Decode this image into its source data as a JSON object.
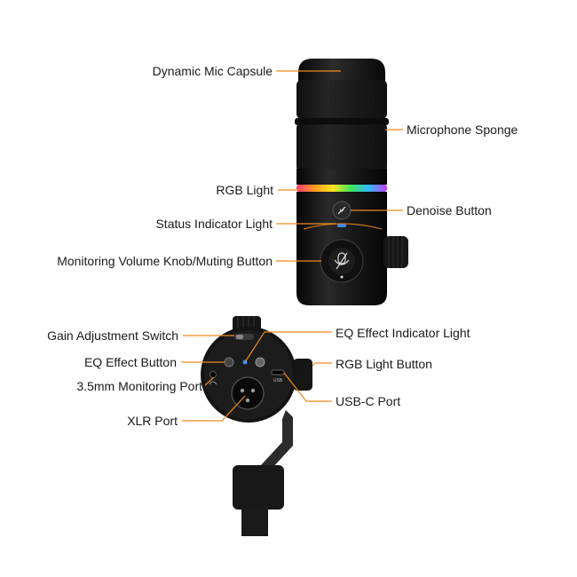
{
  "labels": {
    "dynamic_mic_capsule": "Dynamic Mic Capsule",
    "microphone_sponge": "Microphone Sponge",
    "rgb_light": "RGB Light",
    "denoise_button": "Denoise Button",
    "status_indicator_light": "Status Indicator Light",
    "monitoring_volume_knob": "Monitoring Volume Knob/Muting Button",
    "gain_adjustment_switch": "Gain Adjustment Switch",
    "eq_effect_indicator_light": "EQ Effect Indicator Light",
    "eq_effect_button": "EQ Effect Button",
    "rgb_light_button": "RGB Light Button",
    "monitoring_port": "3.5mm Monitoring Port",
    "usb_c_port": "USB-C Port",
    "xlr_port": "XLR Port"
  },
  "device_text": {
    "usb_marking": "USB"
  },
  "colors": {
    "leader_line": "#f08a1c",
    "body": "#151515",
    "status_light": "#3b8cff"
  },
  "icons": [
    "microphone-muted-icon",
    "denoise-icon",
    "headphone-icon"
  ]
}
